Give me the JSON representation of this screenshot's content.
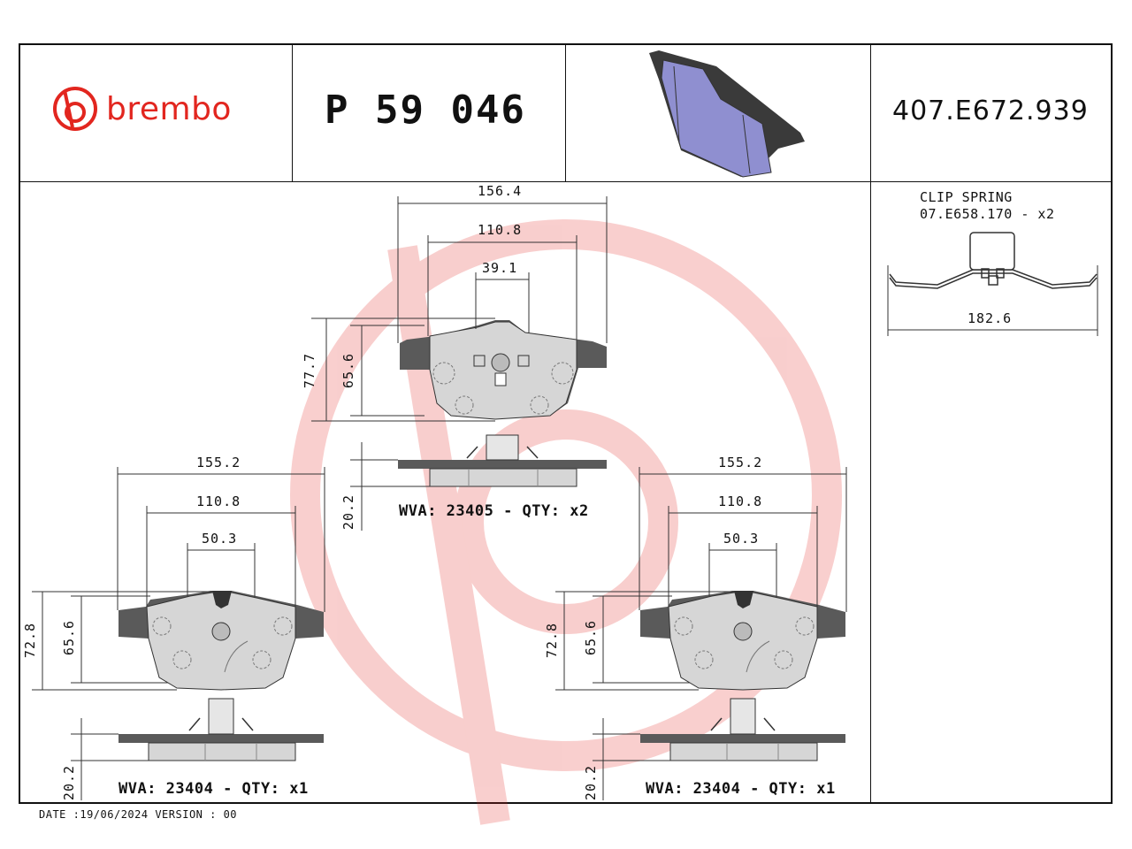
{
  "header": {
    "brand": "brembo",
    "part_number": "P 59 046",
    "code": "407.E672.939",
    "colors": {
      "brand_red": "#e2261f",
      "pad_fill": "#d6d6d6",
      "iso_fill": "#8f8fd0",
      "backing": "#555555"
    }
  },
  "clip": {
    "title": "CLIP SPRING",
    "spec": "07.E658.170 - x2",
    "width": "182.6"
  },
  "pad_top": {
    "width_total": "156.4",
    "width_inner": "110.8",
    "width_mid": "39.1",
    "height_total": "77.7",
    "height_inner": "65.6",
    "thickness": "20.2",
    "wva": "WVA: 23405 - QTY: x2"
  },
  "pad_left": {
    "width_total": "155.2",
    "width_inner": "110.8",
    "width_mid": "50.3",
    "height_total": "72.8",
    "height_inner": "65.6",
    "thickness": "20.2",
    "wva": "WVA: 23404 - QTY: x1"
  },
  "pad_right": {
    "width_total": "155.2",
    "width_inner": "110.8",
    "width_mid": "50.3",
    "height_total": "72.8",
    "height_inner": "65.6",
    "thickness": "20.2",
    "wva": "WVA: 23404 - QTY: x1"
  },
  "footer": {
    "date": "DATE :19/06/2024 VERSION : 00"
  }
}
